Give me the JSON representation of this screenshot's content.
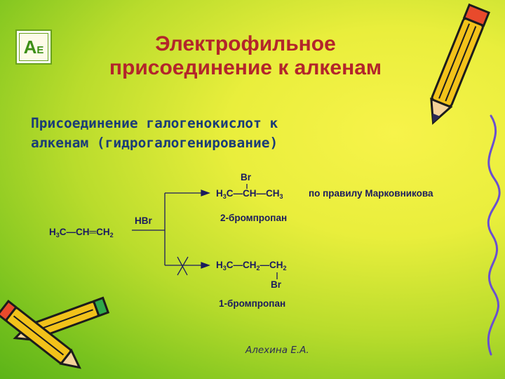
{
  "slide": {
    "logo": {
      "letter_a": "А",
      "letter_e": "Е"
    },
    "title_line1": "Электрофильное",
    "title_line2": "присоединение к алкенам",
    "subtitle_line1": "Присоединение галогенокислот к",
    "subtitle_line2": "алкенам (гидрогалогенирование)",
    "author": "Алехина Е.А."
  },
  "reaction": {
    "reactant": {
      "p1": "H",
      "s1": "3",
      "p2": "C—CH═CH",
      "s2": "2"
    },
    "reagent": "HBr",
    "product_major": {
      "br": "Br",
      "p1": "H",
      "s1": "3",
      "p2": "C—CH—CH",
      "s2": "3",
      "name": "2-бромпропан",
      "rule": "по правилу Марковникова"
    },
    "product_minor": {
      "p1": "H",
      "s1": "3",
      "p2": "C—CH",
      "s2": "2",
      "p3": "—CH",
      "s3": "2",
      "br": "Br",
      "name": "1-бромпропан"
    }
  },
  "colors": {
    "title": "#b3252b",
    "subtitle": "#1a3c78",
    "formula": "#1b1b5e",
    "pencil_yellow": "#f2c21a",
    "pencil_outline": "#1c1c1c"
  },
  "icons": [
    "pencil-top-right-icon",
    "pencil-bottom-left-icon",
    "pencil-crossed-icon",
    "squiggle-line-icon"
  ]
}
